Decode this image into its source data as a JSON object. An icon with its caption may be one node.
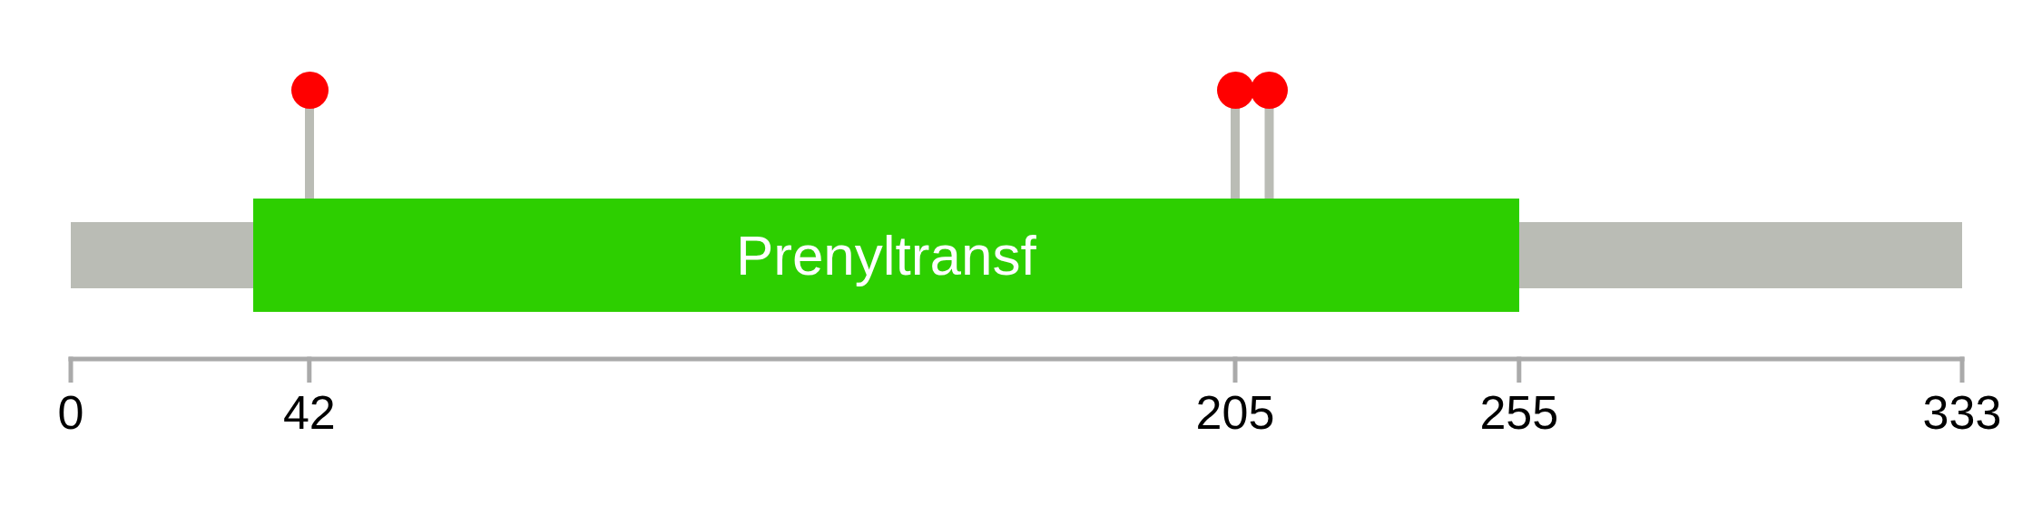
{
  "diagram": {
    "nodes": [
      {
        "text": [],
        "shape": "circle"
      },
      {
        "text": [],
        "shape": "circle"
      },
      {
        "text": [],
        "shape": "circle"
      },
      {
        "text": [],
        "shape": "bar"
      },
      {
        "text": [
          "Prenyltransf"
        ]
      },
      {
        "text": [],
        "shape": "bar"
      }
    ],
    "edges": [
      {
        "from": 0,
        "to": 4,
        "arrow": "none"
      },
      {
        "from": 1,
        "to": 4,
        "arrow": "none"
      },
      {
        "from": 2,
        "to": 4,
        "arrow": "none"
      }
    ],
    "labels": [
      "0",
      "42",
      "205",
      "255",
      "333"
    ]
  }
}
